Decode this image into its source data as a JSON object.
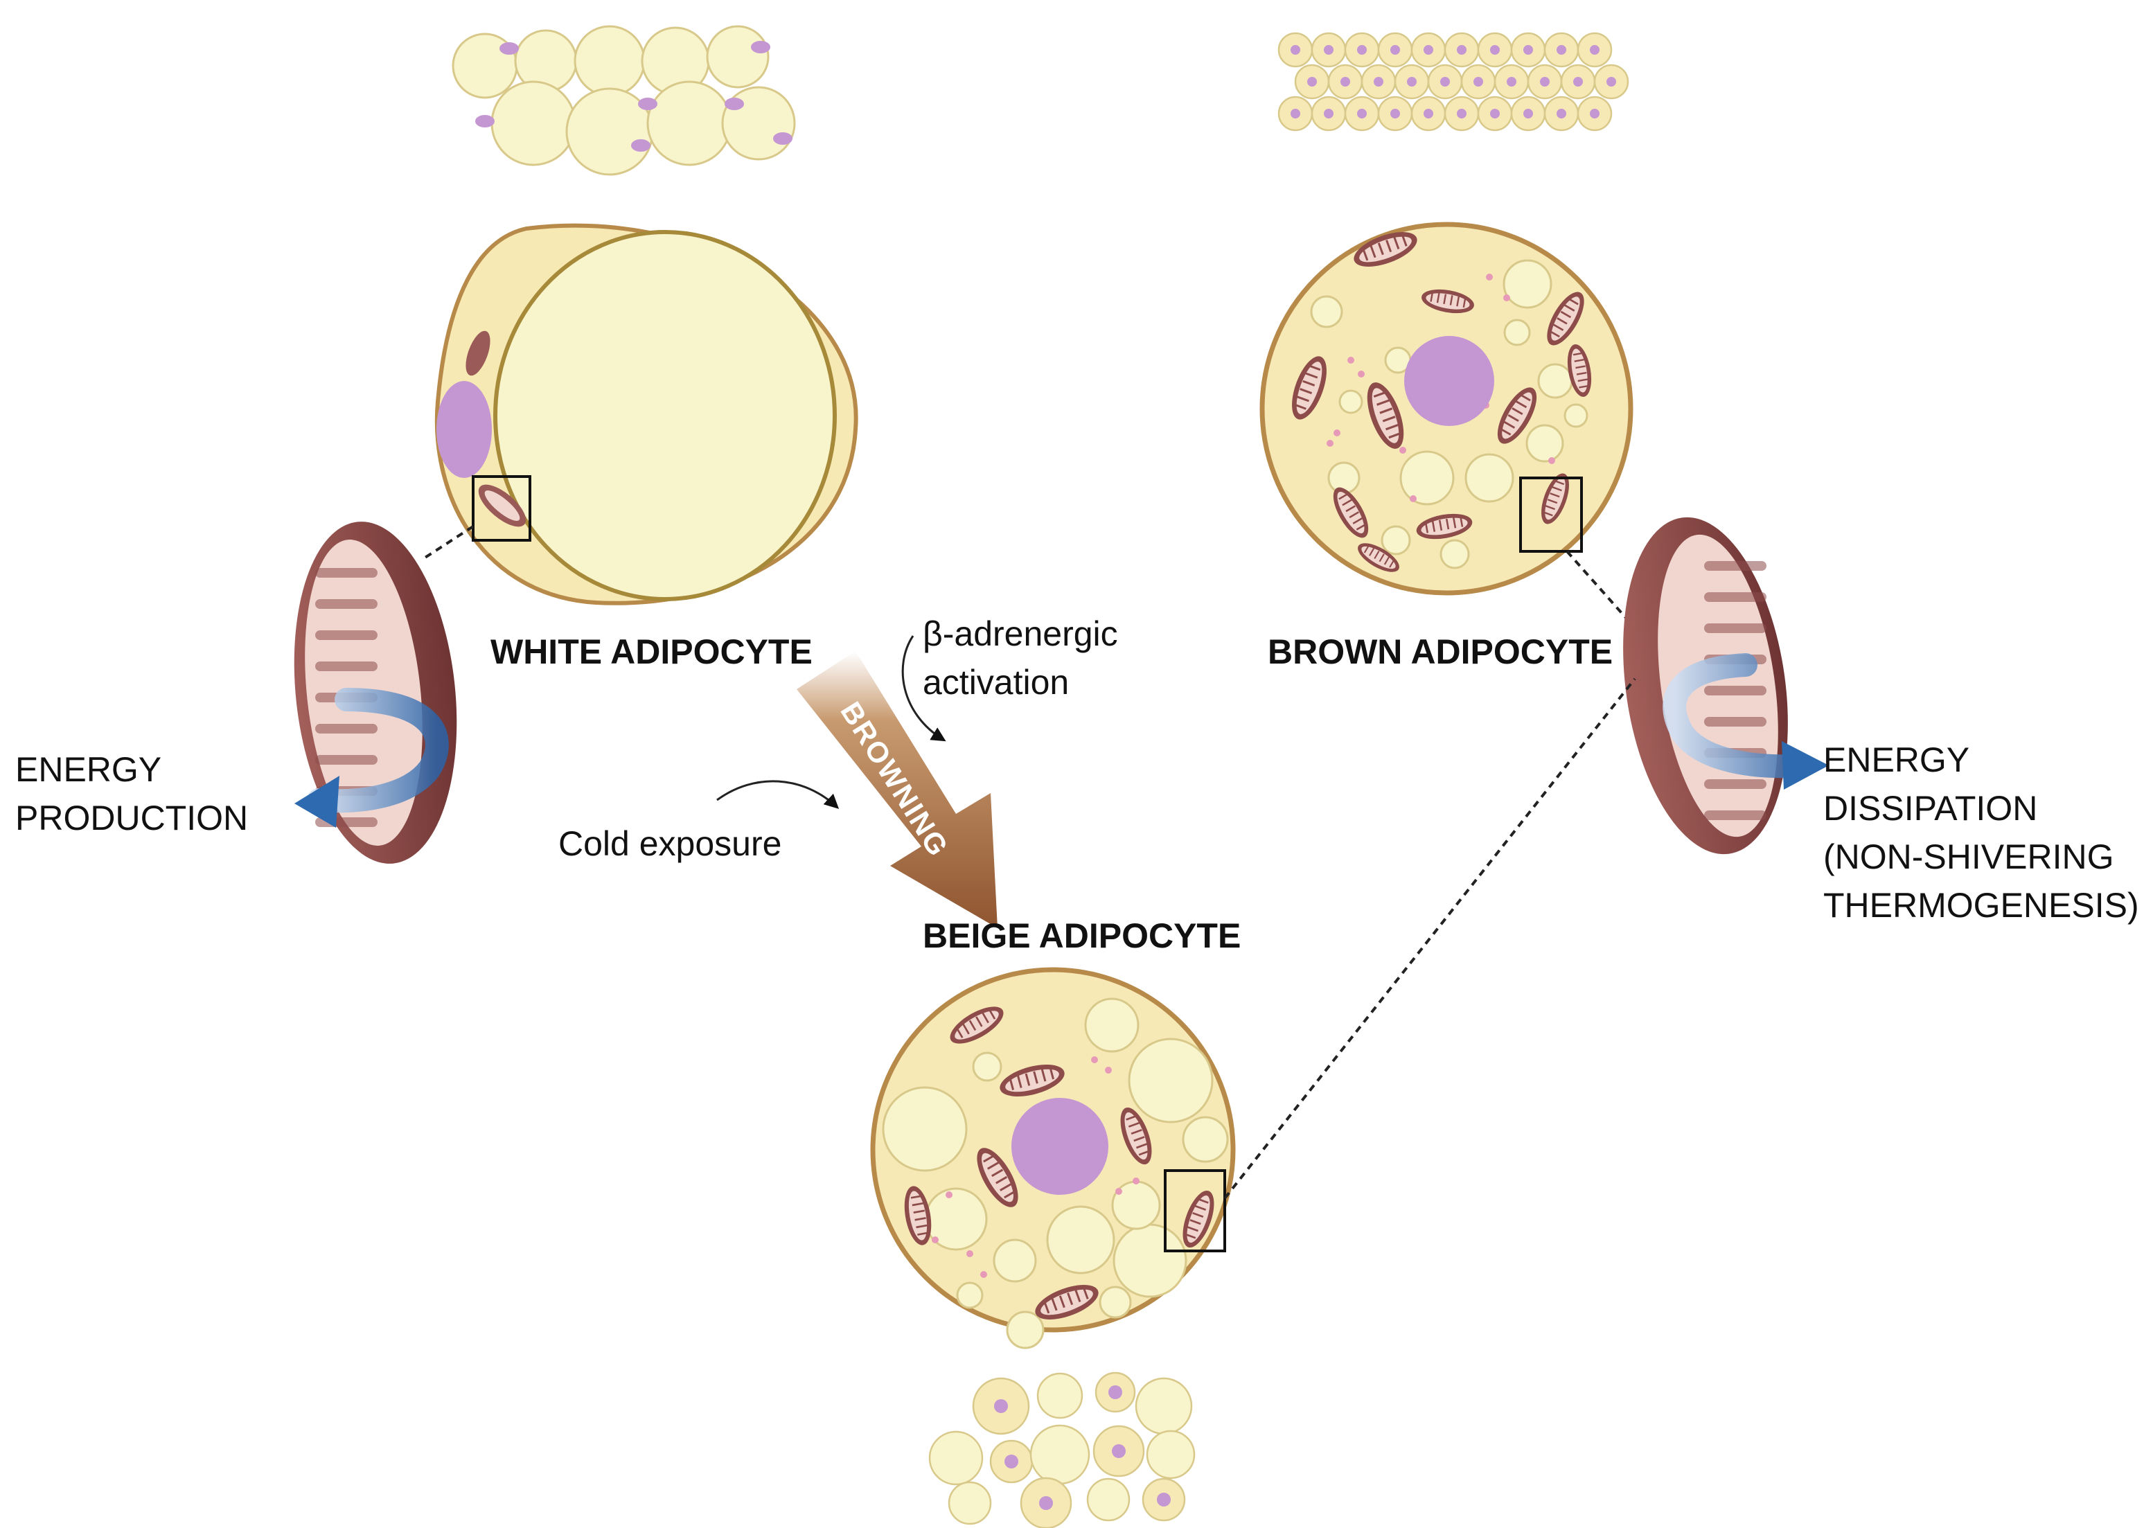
{
  "labels": {
    "white_adipocyte": "WHITE ADIPOCYTE",
    "brown_adipocyte": "BROWN ADIPOCYTE",
    "beige_adipocyte": "BEIGE ADIPOCYTE",
    "browning": "BROWNING",
    "beta_line1": "β-adrenergic",
    "beta_line2": "activation",
    "cold_exposure": "Cold exposure",
    "energy_production_line1": "ENERGY",
    "energy_production_line2": "PRODUCTION",
    "energy_dissipation_line1": "ENERGY",
    "energy_dissipation_line2": "DISSIPATION",
    "energy_dissipation_line3": "(NON-SHIVERING",
    "energy_dissipation_line4": "THERMOGENESIS)"
  },
  "colors": {
    "lipid": "#f8f4cc",
    "lipid_stroke": "#d8c98a",
    "cell_cytoplasm": "#f6e9b6",
    "cell_membrane": "#b88a4a",
    "nucleus": "#c497d2",
    "mito_outer": "#8d4c4a",
    "mito_inner": "#f1d6d0",
    "droplets": "#e79ab8",
    "browning_arrow": "#9a5f36",
    "energy_arrow": "#2e6aaf"
  }
}
